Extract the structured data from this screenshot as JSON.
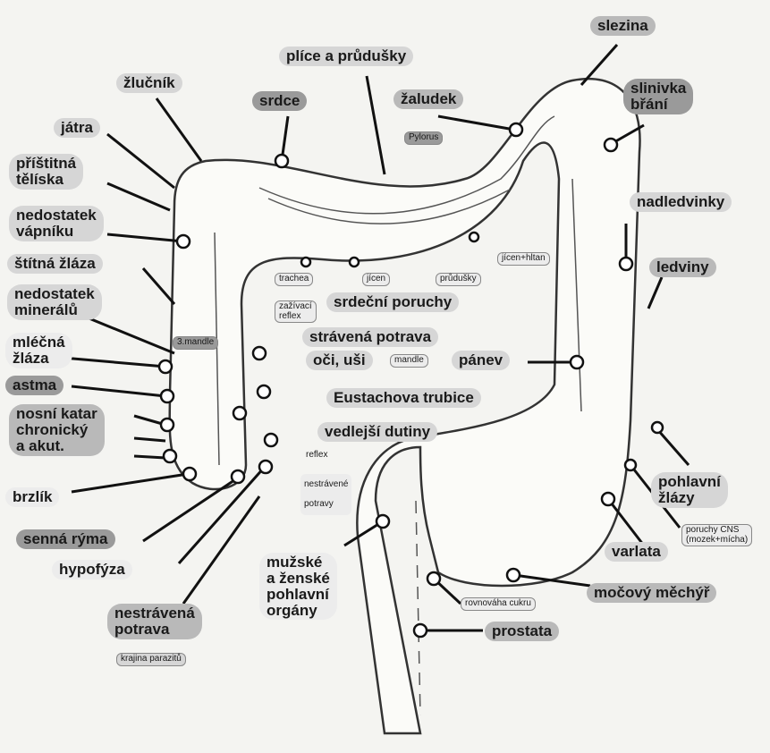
{
  "labels": {
    "slezina": "slezina",
    "plice": "plíce a průdušky",
    "zlucnik": "žlučník",
    "srdce": "srdce",
    "zaludek": "žaludek",
    "pylorus": "Pylorus",
    "slinivka": "slinivka\nbřání",
    "jatra": "játra",
    "pristitna": "příštitná\ntělíska",
    "nadledvinky": "nadledvinky",
    "nedostatek_vapniku": "nedostatek\nvápníku",
    "stitna": "štítná žláza",
    "ledviny": "ledviny",
    "jicen_hltan": "jícen+hltan",
    "trachea": "trachea",
    "jicen": "jícen",
    "prudusky": "průdušky",
    "nedostatek_mineralu": "nedostatek\nminerálů",
    "srdecni": "srdeční poruchy",
    "zazivaci": "zažívací\nreflex",
    "mandle": "3.mandle",
    "mlecna": "mléčná\nžláza",
    "stravena": "strávená potrava",
    "oci": "oči, uši",
    "mandle2": "mandle",
    "panev": "pánev",
    "astma": "astma",
    "eustachova": "Eustachova trubice",
    "nosni": "nosní katar\nchronický\na akut.",
    "vedlejsi": "vedlejší dutiny",
    "reflex": "reflex",
    "nestravene_potravy": "nestrávené\npotravy",
    "brzlik": "brzlík",
    "pohlavni_zlazy": "pohlavní\nžlázy",
    "senna": "senná rýma",
    "poruchy_cns": "poruchy CNS\n(mozek+mícha)",
    "varlata": "varlata",
    "hypofyza": "hypofýza",
    "muzske": "mužské\na ženské\npohlavní\norgány",
    "mocovy": "močový měchýř",
    "rovnovaha": "rovnováha cukru",
    "nestravena_potrava": "nestrávená\npotrava",
    "prostata": "prostata",
    "krajina": "krajina parazitů"
  }
}
